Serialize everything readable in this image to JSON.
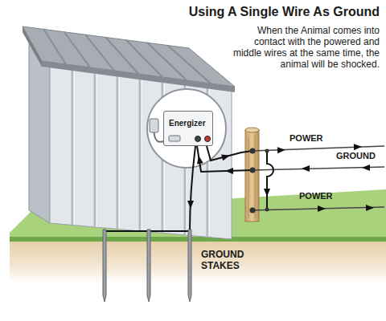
{
  "diagram": {
    "title": "Using A Single Wire As Ground",
    "nodes": [
      {
        "text": [
          "Energizer"
        ]
      }
    ],
    "labels": [
      "When the Animal comes into contact with the powered and middle wires at the same time, the animal will be shocked.",
      "POWER",
      "GROUND",
      "POWER",
      "GROUND STAKES"
    ]
  }
}
